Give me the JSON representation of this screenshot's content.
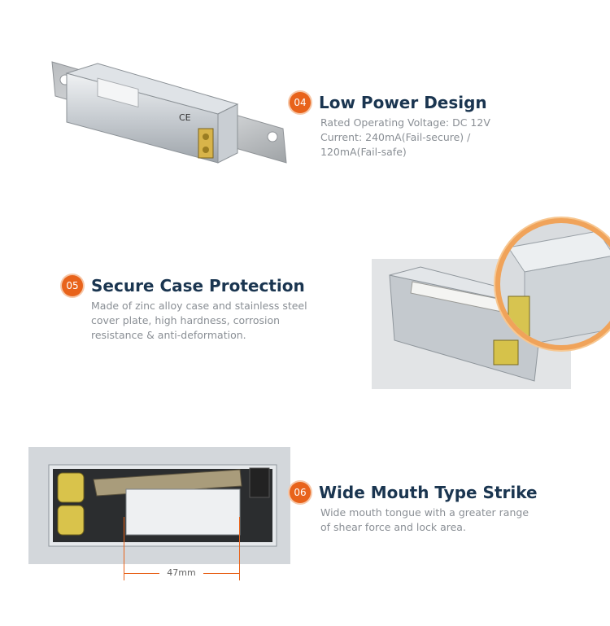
{
  "features": [
    {
      "number": "04",
      "title": "Low Power Design",
      "lines": [
        "Rated Operating Voltage: DC 12V",
        "Current: 240mA(Fail-secure) /",
        "120mA(Fail-safe)"
      ]
    },
    {
      "number": "05",
      "title": "Secure Case Protection",
      "lines": [
        "Made of zinc alloy case and stainless steel",
        "cover plate, high hardness, corrosion",
        "resistance & anti-deformation."
      ]
    },
    {
      "number": "06",
      "title": "Wide Mouth Type Strike",
      "lines": [
        "Wide mouth tongue with a greater range",
        "of shear force and lock area."
      ]
    }
  ],
  "dimension": {
    "label": "47mm"
  },
  "product_marks": {
    "ce": "CE"
  },
  "colors": {
    "accent": "#e8631b",
    "title": "#1a3550",
    "text": "#8a8f95"
  }
}
